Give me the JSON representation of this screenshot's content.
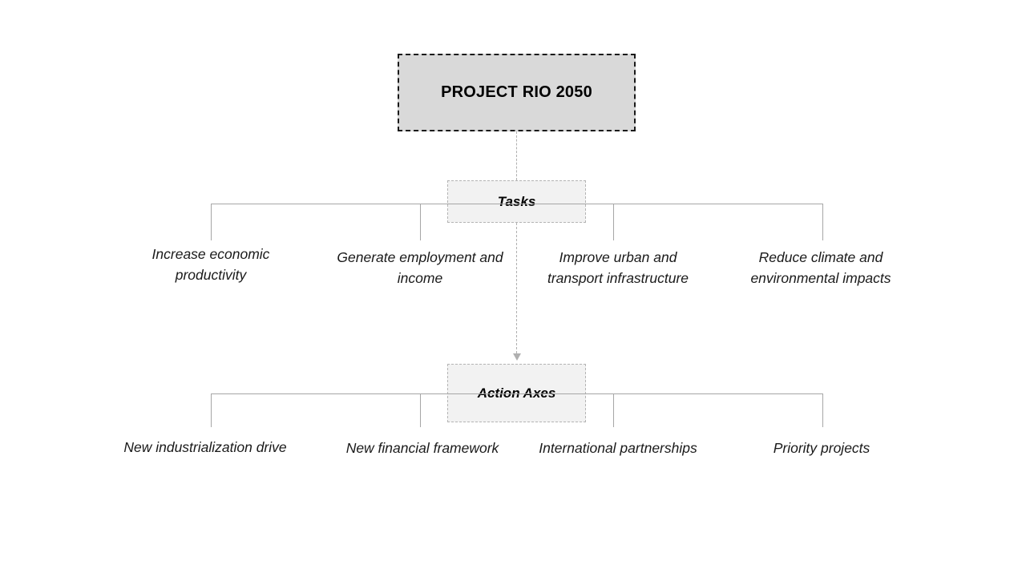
{
  "diagram": {
    "root": {
      "label": "PROJECT RIO 2050"
    },
    "sections": [
      {
        "id": "tasks",
        "label": "Tasks",
        "items": [
          {
            "label": "Increase economic productivity"
          },
          {
            "label": "Generate employment and income"
          },
          {
            "label": "Improve urban and transport infrastructure"
          },
          {
            "label": "Reduce climate and environmental impacts"
          }
        ]
      },
      {
        "id": "action-axes",
        "label": "Action Axes",
        "items": [
          {
            "label": "New industrialization drive"
          },
          {
            "label": "New financial framework"
          },
          {
            "label": "International partnerships"
          },
          {
            "label": "Priority projects"
          }
        ]
      }
    ],
    "colors": {
      "root_fill": "#d9d9d9",
      "root_border": "#1a1a1a",
      "section_fill": "#f2f2f2",
      "section_border": "#b4b4b4",
      "connector": "#a6a6a6",
      "flow_arrow": "#b0b0b0",
      "text": "#1a1a1a",
      "background": "#ffffff"
    }
  }
}
